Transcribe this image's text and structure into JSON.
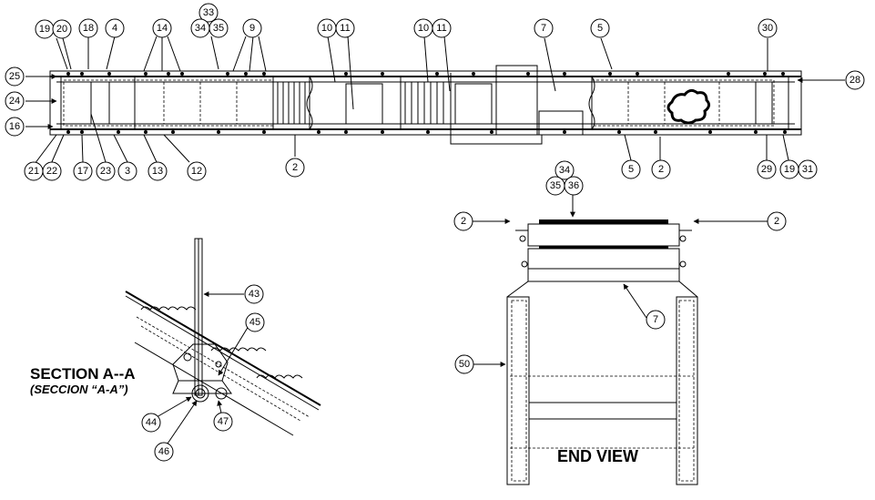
{
  "section_title": "SECTION A--A",
  "section_subtitle": "(SECCION “A-A”)",
  "end_view_title": "END VIEW",
  "top_callouts": [
    "19",
    "20",
    "18",
    "4",
    "14",
    "33",
    "34",
    "35",
    "9",
    "10",
    "11",
    "10",
    "11",
    "7",
    "5",
    "30",
    "25",
    "24",
    "16",
    "21",
    "22",
    "17",
    "23",
    "3",
    "13",
    "12",
    "2",
    "5",
    "2",
    "29",
    "19",
    "31",
    "28"
  ],
  "end_callouts": [
    "34",
    "35",
    "36",
    "2",
    "2",
    "7",
    "50"
  ],
  "section_callouts": [
    "43",
    "45",
    "44",
    "46",
    "47"
  ]
}
